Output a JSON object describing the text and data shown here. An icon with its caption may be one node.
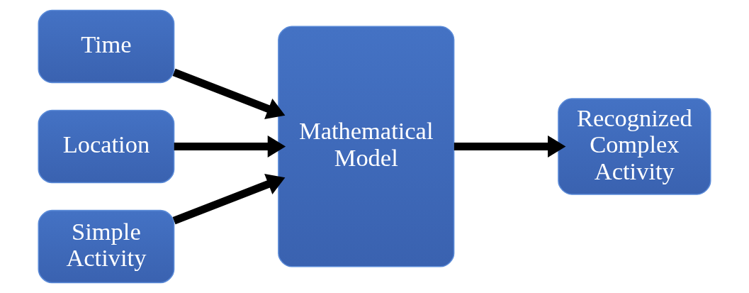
{
  "diagram": {
    "nodes": [
      {
        "text": [
          "Time"
        ]
      },
      {
        "text": [
          "Location"
        ]
      },
      {
        "text": [
          "Simple Activity"
        ]
      },
      {
        "text": [
          "Mathematical Model"
        ]
      },
      {
        "text": [
          "Recognized Complex Activity"
        ]
      }
    ],
    "edges": [
      {
        "from": 0,
        "to": 3,
        "arrow": "to"
      },
      {
        "from": 1,
        "to": 3,
        "arrow": "to"
      },
      {
        "from": 2,
        "to": 3,
        "arrow": "to"
      },
      {
        "from": 3,
        "to": 4,
        "arrow": "to"
      }
    ]
  }
}
